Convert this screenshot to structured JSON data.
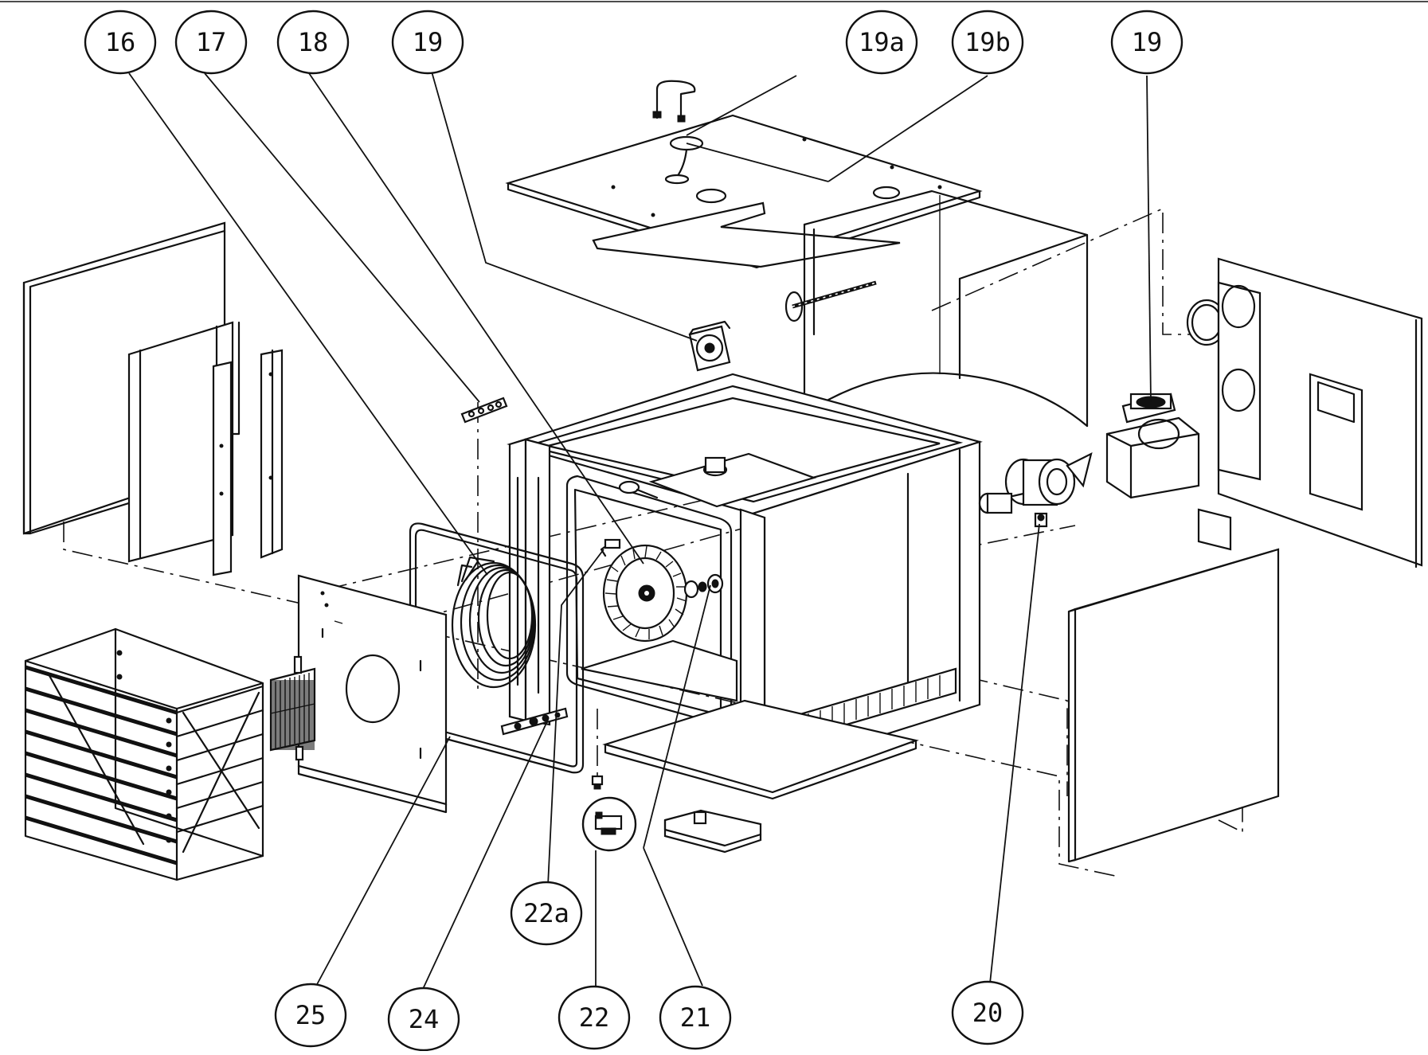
{
  "diagram": {
    "callouts": [
      {
        "id": "c16",
        "label": "16"
      },
      {
        "id": "c17",
        "label": "17"
      },
      {
        "id": "c18",
        "label": "18"
      },
      {
        "id": "c19l",
        "label": "19"
      },
      {
        "id": "c19a",
        "label": "19a"
      },
      {
        "id": "c19b",
        "label": "19b"
      },
      {
        "id": "c19r",
        "label": "19"
      },
      {
        "id": "c25",
        "label": "25"
      },
      {
        "id": "c24",
        "label": "24"
      },
      {
        "id": "c22a",
        "label": "22a"
      },
      {
        "id": "c22",
        "label": "22"
      },
      {
        "id": "c21",
        "label": "21"
      },
      {
        "id": "c20",
        "label": "20"
      }
    ]
  }
}
